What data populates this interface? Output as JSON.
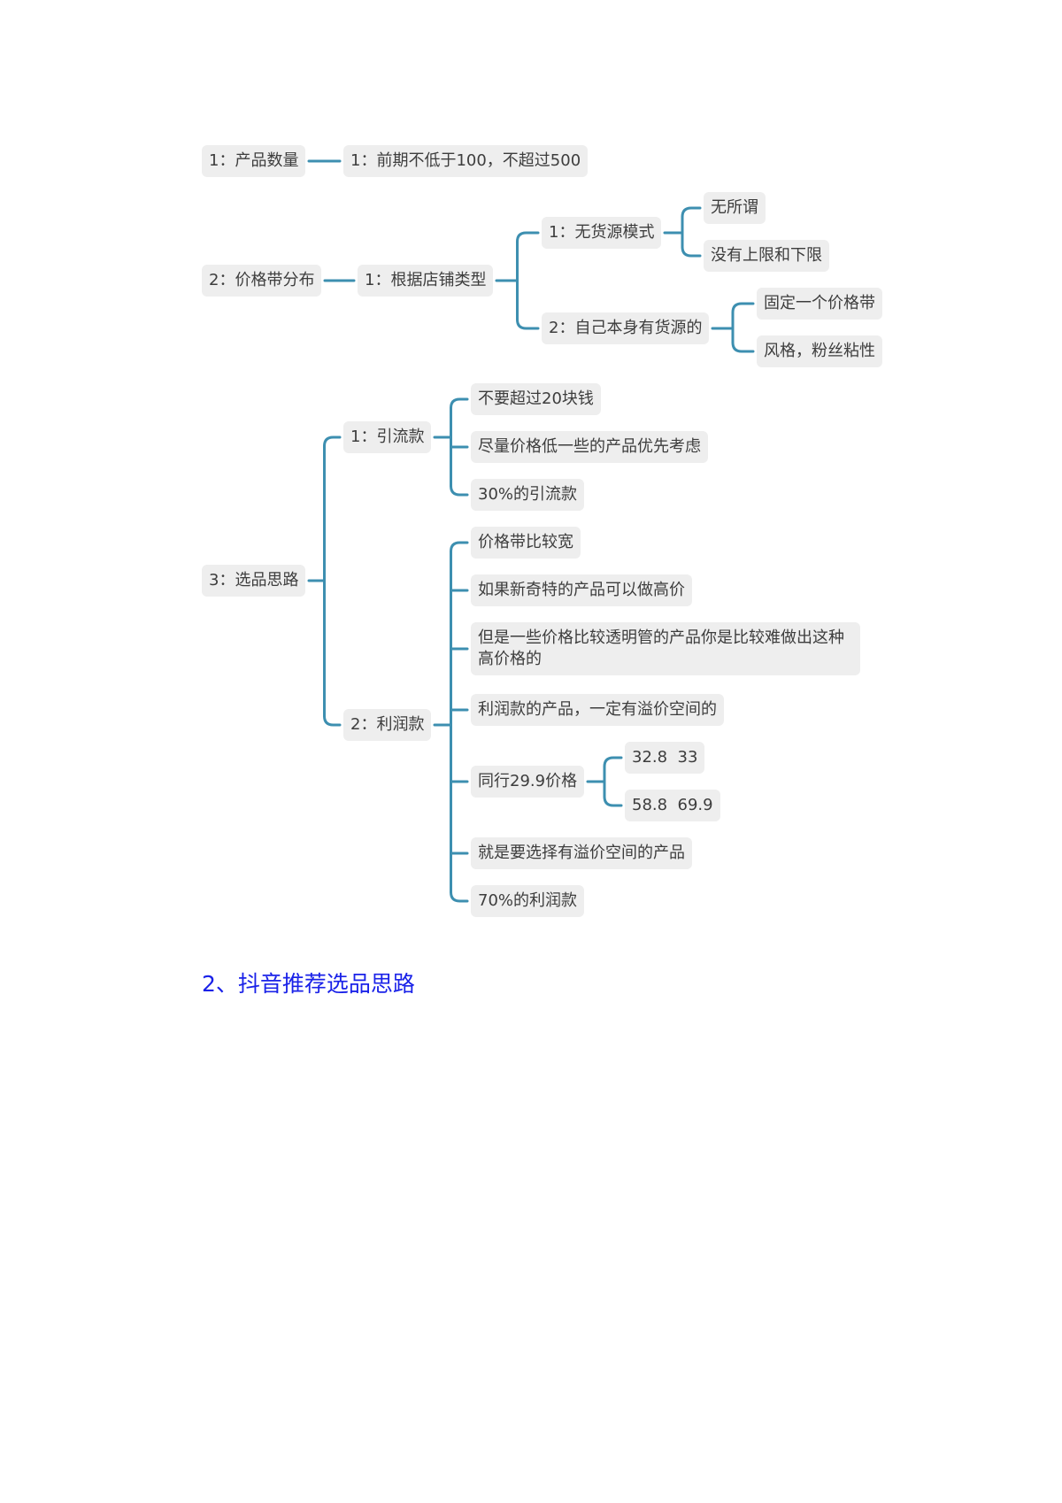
{
  "mindmap": {
    "line_color": "#3d8fb0",
    "node_bg": "#eeeeee",
    "node_text_color": "#3d3d3d",
    "branch1": {
      "label": "1：产品数量",
      "child": "1：前期不低于100，不超过500"
    },
    "branch2": {
      "label": "2：价格带分布",
      "child": {
        "label": "1：根据店铺类型",
        "mode1": {
          "label": "1：无货源模式",
          "items": [
            "无所谓",
            "没有上限和下限"
          ]
        },
        "mode2": {
          "label": "2：自己本身有货源的",
          "items": [
            "固定一个价格带",
            "风格，粉丝粘性"
          ]
        }
      }
    },
    "branch3": {
      "label": "3：选品思路",
      "traffic": {
        "label": "1：引流款",
        "items": [
          "不要超过20块钱",
          "尽量价格低一些的产品优先考虑",
          "30%的引流款"
        ]
      },
      "profit": {
        "label": "2：利润款",
        "items": [
          "价格带比较宽",
          "如果新奇特的产品可以做高价",
          "但是一些价格比较透明管的产品你是比较难做出这种高价格的",
          "利润款的产品，一定有溢价空间的",
          "同行29.9价格",
          "就是要选择有溢价空间的产品",
          "70%的利润款"
        ],
        "peer_prices": [
          "32.8  33",
          "58.8  69.9"
        ]
      }
    }
  },
  "section_heading": {
    "text": "2、抖音推荐选品思路",
    "color": "#1a22e8"
  }
}
